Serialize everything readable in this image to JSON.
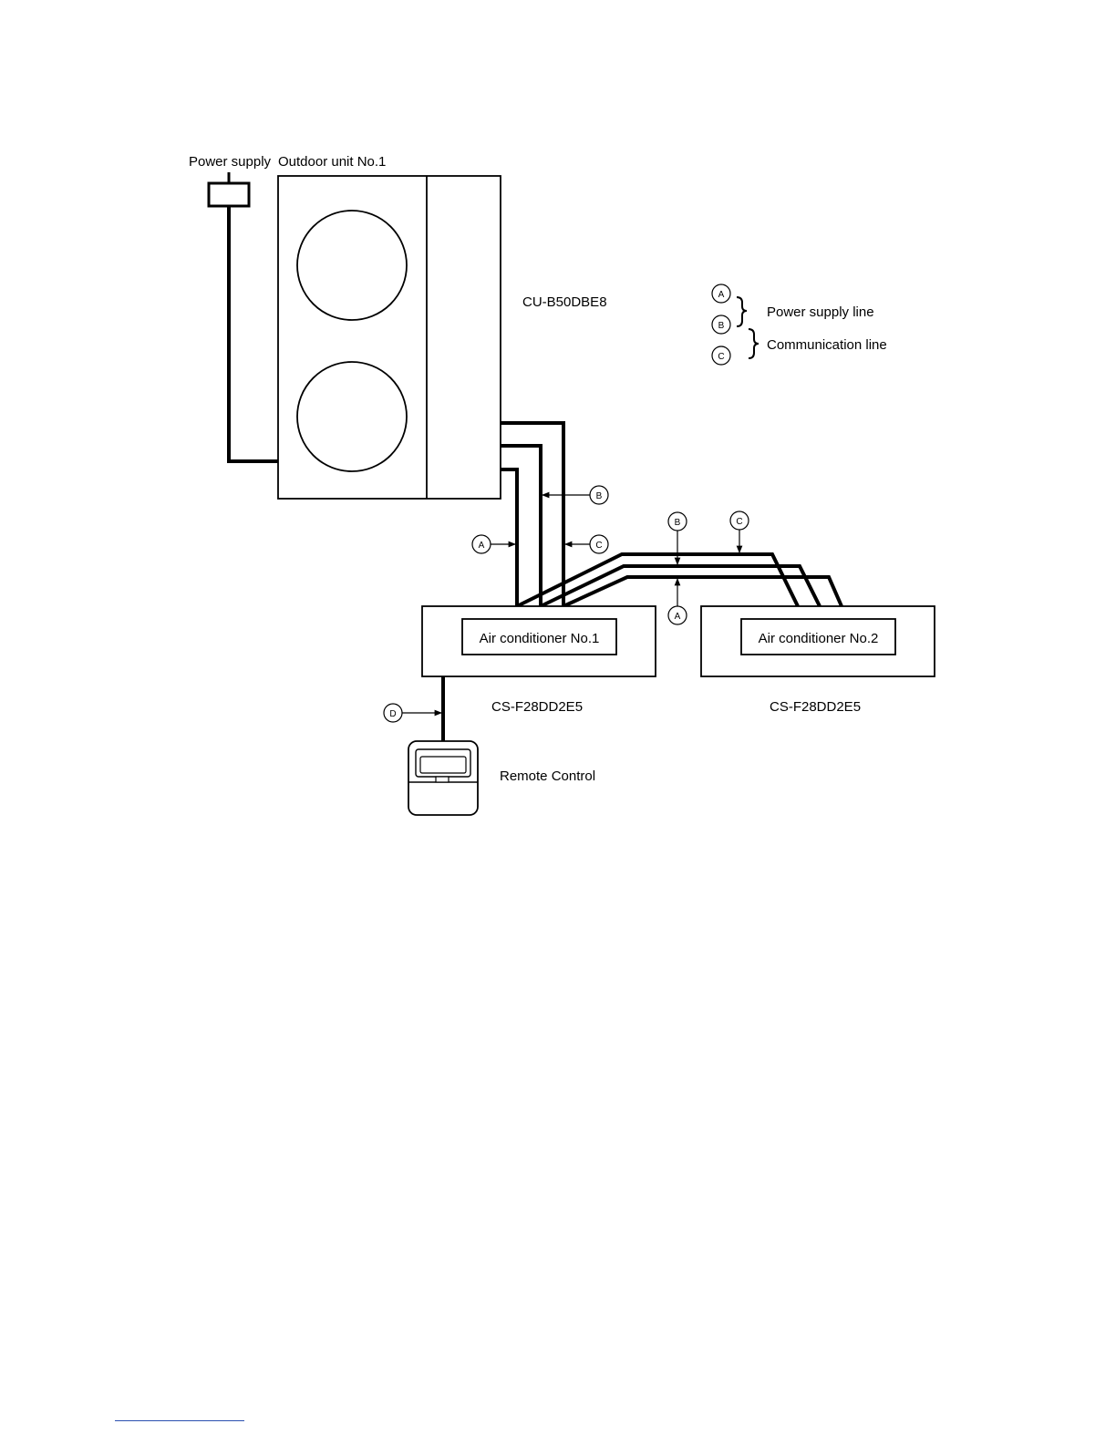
{
  "labels": {
    "power_supply": "Power supply",
    "outdoor_unit": "Outdoor unit No.1",
    "outdoor_model": "CU-B50DBE8",
    "ac1": "Air conditioner No.1",
    "ac2": "Air conditioner No.2",
    "ac1_model": "CS-F28DD2E5",
    "ac2_model": "CS-F28DD2E5",
    "remote": "Remote Control"
  },
  "legend": {
    "power_supply_line": "Power supply line",
    "communication_line": "Communication line"
  },
  "markers": {
    "a": "A",
    "b": "B",
    "c": "C",
    "d": "D"
  }
}
